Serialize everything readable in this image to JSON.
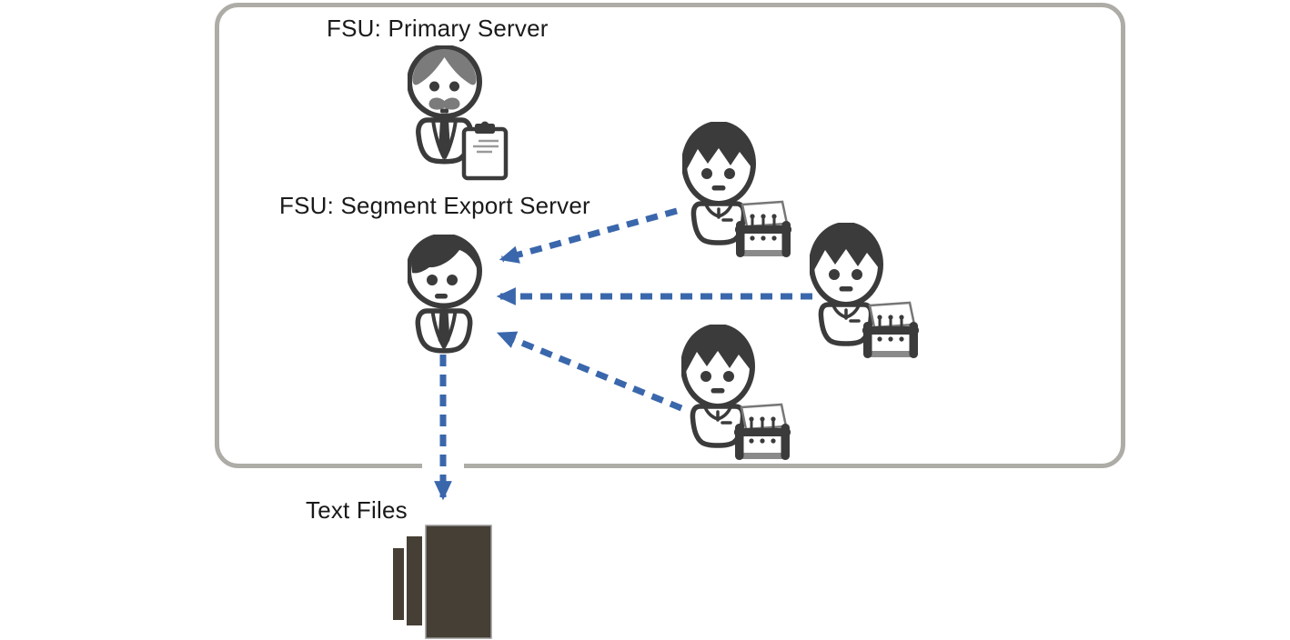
{
  "diagram": {
    "type": "dataflow-diagram",
    "frame": {
      "name": "system-boundary"
    },
    "nodes": [
      {
        "id": "primary-server",
        "label": "FSU: Primary Server",
        "icon": "manager-person-clipboard-icon",
        "role": "server"
      },
      {
        "id": "segment-export-server",
        "label": "FSU: Segment Export Server",
        "icon": "suit-person-icon",
        "role": "server"
      },
      {
        "id": "field-worker-1",
        "label": "",
        "icon": "worker-person-rolodex-icon",
        "role": "client"
      },
      {
        "id": "field-worker-2",
        "label": "",
        "icon": "worker-person-rolodex-icon",
        "role": "client"
      },
      {
        "id": "field-worker-3",
        "label": "",
        "icon": "worker-person-rolodex-icon",
        "role": "client"
      },
      {
        "id": "text-files",
        "label": "Text Files",
        "icon": "document-stack-icon",
        "role": "output"
      }
    ],
    "connections": [
      {
        "from": "field-worker-1",
        "to": "segment-export-server",
        "style": "dashed-arrow"
      },
      {
        "from": "field-worker-2",
        "to": "segment-export-server",
        "style": "dashed-arrow"
      },
      {
        "from": "field-worker-3",
        "to": "segment-export-server",
        "style": "dashed-arrow"
      },
      {
        "from": "segment-export-server",
        "to": "text-files",
        "style": "dashed-arrow"
      }
    ],
    "colors": {
      "arrow": "#3A67AC",
      "outline": "#3B3B3B",
      "hair_gray": "#7B7B7B",
      "frame_border": "#AEACA6",
      "files_stack": "#453F35",
      "label_text": "#1A1A1A",
      "background": "#FFFFFF"
    }
  }
}
